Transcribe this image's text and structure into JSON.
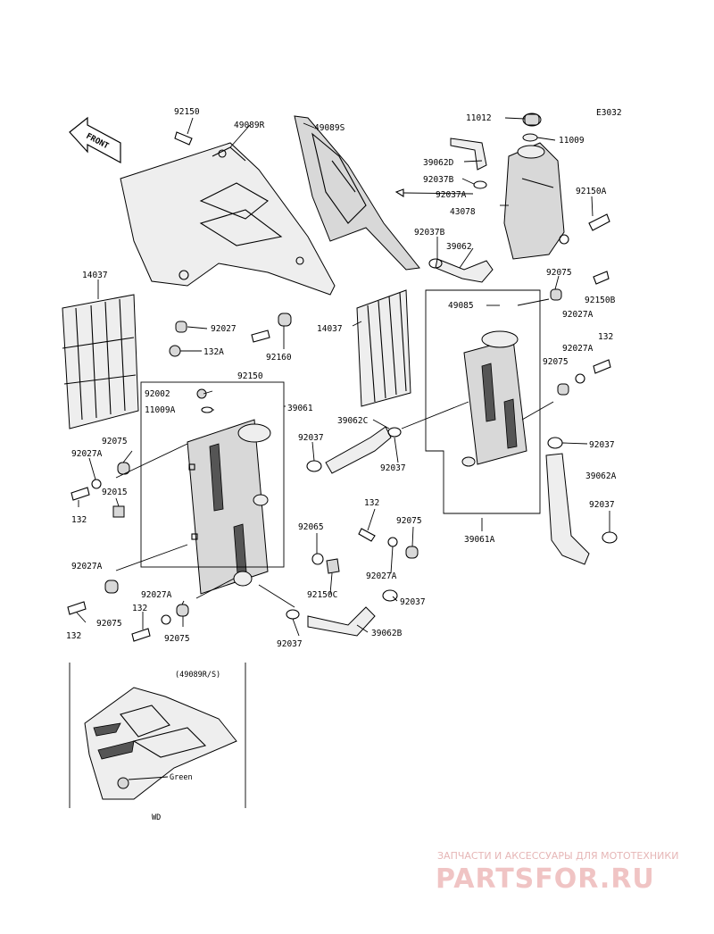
{
  "diagram_code": "E3032",
  "front_arrow": "FRONT",
  "labels": {
    "l92150_a": "92150",
    "l49089R": "49089R",
    "l49089S": "49089S",
    "l11012": "11012",
    "l11009_a": "11009",
    "l39062D": "39062D",
    "l92037B_a": "92037B",
    "l92037A_a": "92037A",
    "l43078": "43078",
    "l92150A": "92150A",
    "l92037B_b": "92037B",
    "l39062": "39062",
    "l14037_a": "14037",
    "l92027_a": "92027",
    "l132A": "132A",
    "l92160": "92160",
    "l14037_b": "14037",
    "l49085": "49085",
    "l92075_a": "92075",
    "l92150B": "92150B",
    "l92027A_a": "92027A",
    "l132_a": "132",
    "l92027A_b": "92027A",
    "l92075_b": "92075",
    "l92150_b": "92150",
    "l92002": "92002",
    "l11009A": "11009A",
    "l39061": "39061",
    "l39062C": "39062C",
    "l92037_a": "92037",
    "l92037_b": "92037",
    "l92037_c": "92037",
    "l39062A": "39062A",
    "l92037_d": "92037",
    "l92075_c": "92075",
    "l92027A_c": "92027A",
    "l92015": "92015",
    "l132_b": "132",
    "l132_c": "132",
    "l92075_d": "92075",
    "l39061A": "39061A",
    "l92065": "92065",
    "l92027A_d": "92027A",
    "l92150C": "92150C",
    "l92027A_e": "92027A",
    "l92027A_f": "92027A",
    "l132_d": "132",
    "l92075_e": "92075",
    "l132_e": "132",
    "l92075_f": "92075",
    "l92037_e": "92037",
    "l92037_f": "92037",
    "l39062B": "39062B"
  },
  "inset": {
    "title": "(49089R/S)",
    "color_label": "Green",
    "footer": "WD"
  },
  "watermark": {
    "tagline": "ЗАПЧАСТИ И АКСЕССУАРЫ ДЛЯ МОТОТЕХНИКИ",
    "brand": "PARTSFOR.RU"
  },
  "colors": {
    "line": "#000000",
    "background": "#ffffff",
    "watermark": "#f0c4c4"
  }
}
